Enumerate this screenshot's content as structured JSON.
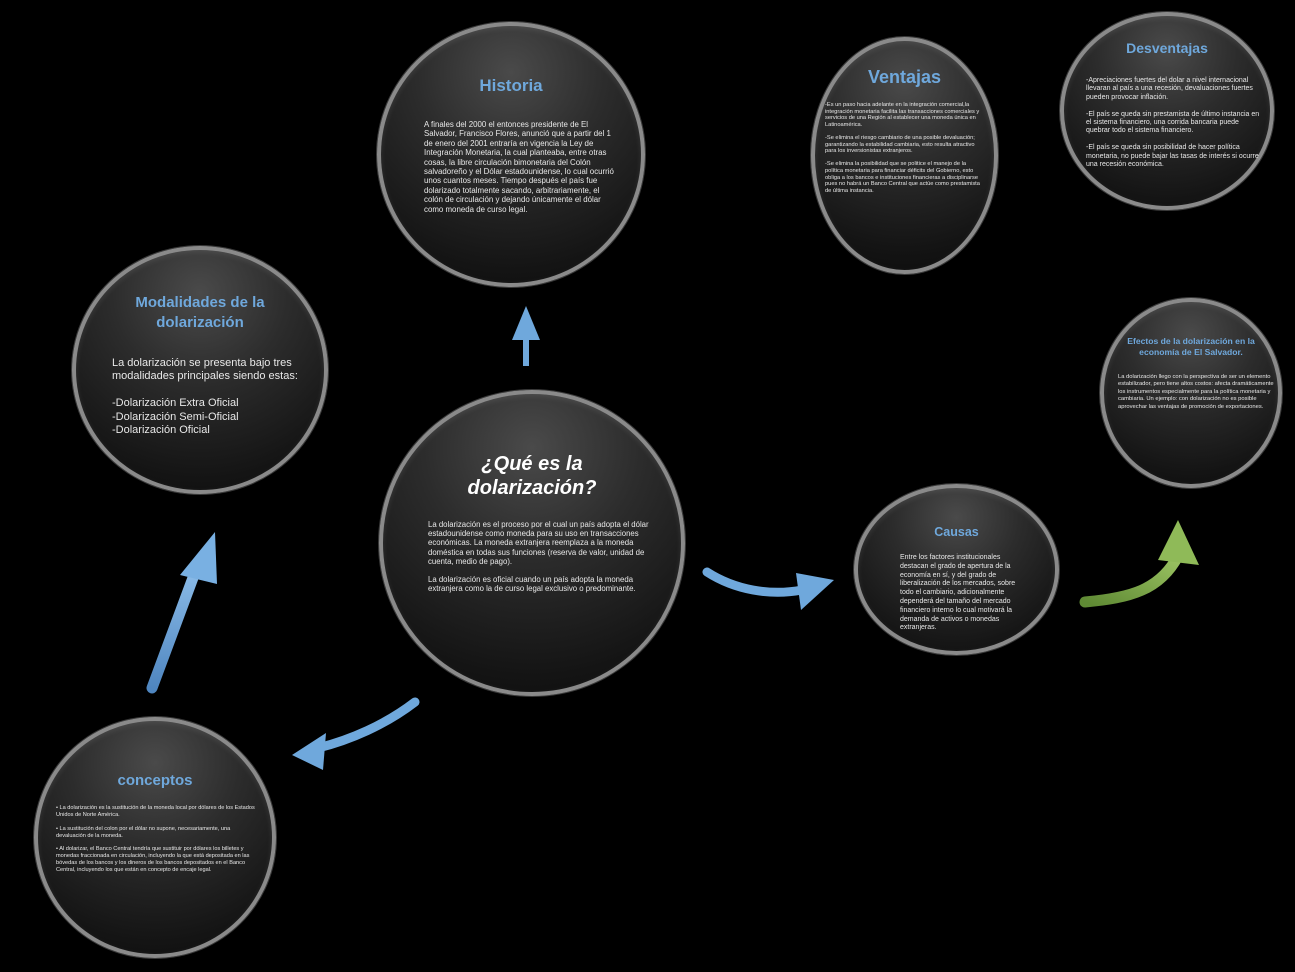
{
  "colors": {
    "title_blue": "#6fa8dc",
    "arrow_blue": "#6fa8dc",
    "arrow_green": "#7ea84a",
    "background": "#000000"
  },
  "center": {
    "title": "¿Qué es la dolarización?",
    "body": "La dolarización es el proceso por el cual un país adopta el dólar estadounidense como moneda para su uso en transacciones económicas. La moneda extranjera reemplaza a la moneda doméstica en todas sus funciones (reserva de valor, unidad de cuenta, medio de pago).\n\nLa dolarización es oficial cuando un país adopta la moneda extranjera como la de curso legal exclusivo o predominante."
  },
  "historia": {
    "title": "Historia",
    "body": "A finales del 2000 el entonces presidente de El Salvador, Francisco Flores, anunció que a partir del 1 de enero del 2001 entraría en vigencia la Ley de Integración Monetaria, la cual planteaba, entre otras cosas, la libre circulación bimonetaria del Colón salvadoreño y el Dólar estadounidense, lo cual ocurrió unos cuantos meses. Tiempo después el país fue dolarizado totalmente sacando, arbitrariamente, el colón de circulación y dejando únicamente el dólar como moneda de curso legal."
  },
  "ventajas": {
    "title": "Ventajas",
    "body": "-Es un paso hacia adelante en la integración comercial,la integración monetaria facilita las transacciones comerciales y servicios de una Región al establecer una moneda única en Latinoamérica.\n\n-Se elimina el riesgo cambiario de una posible devaluación; garantizando la estabilidad cambiaria, esto resulta atractivo para los inversionistas extranjeros.\n\n-Se elimina la posibilidad que se politice el manejo de la política monetaria para financiar déficits del Gobierno, esto obliga a los bancos e instituciones financieras a disciplinarse pues no habrá un Banco Central que actúe como prestamista de última instancia."
  },
  "desventajas": {
    "title": "Desventajas",
    "body": "-Apreciaciones fuertes del dolar a nivel internacional llevaran al país a una recesión, devaluaciones fuertes pueden provocar inflación.\n\n-El país se queda sin prestamista de último instancia en el sistema financiero, una corrida bancaria puede quebrar todo el sistema financiero.\n\n-El país se queda sin posibilidad de hacer política monetaria, no puede bajar las tasas de interés si ocurre una recesión económica."
  },
  "modalidades": {
    "title": "Modalidades de la dolarización",
    "body": "La dolarización se presenta bajo tres modalidades principales siendo estas:\n\n-Dolarización Extra Oficial\n-Dolarización Semi-Oficial\n-Dolarización Oficial"
  },
  "efectos": {
    "title": "Efectos de la dolarización en la economía de El  Salvador.",
    "body": "La dolarización llego con la perspectiva de ser un elemento estabilizador, pero tiene altos costos: afecta dramáticamente los instrumentos especialmente para la política monetaria y cambiaria. Un ejemplo: con dolarización no es posible aprovechar las ventajas de promoción de exportaciones."
  },
  "causas": {
    "title": "Causas",
    "body": "Entre los factores institucionales destacan el grado de apertura de la economía en sí, y del grado de liberalización de los mercados, sobre todo el cambiario, adicionalmente dependerá del tamaño del mercado financiero interno lo cual motivará la demanda de activos o monedas extranjeras."
  },
  "conceptos": {
    "title": "conceptos",
    "body": "• La dolarización es la sustitución de la moneda local por dólares de los Estados Unidos de Norte América.\n\n• La sustitución del colon por el dólar no supone, necesariamente, una devaluación de la moneda.\n\n• Al dolarizar, el Banco Central tendría que sustituir por dólares los billetes y monedas fraccionada en circulación, incluyendo la que está depositada en las bóvedas de los bancos y los dineros de los bancos depositados en el Banco Central, incluyendo los que están en concepto de encaje legal."
  }
}
